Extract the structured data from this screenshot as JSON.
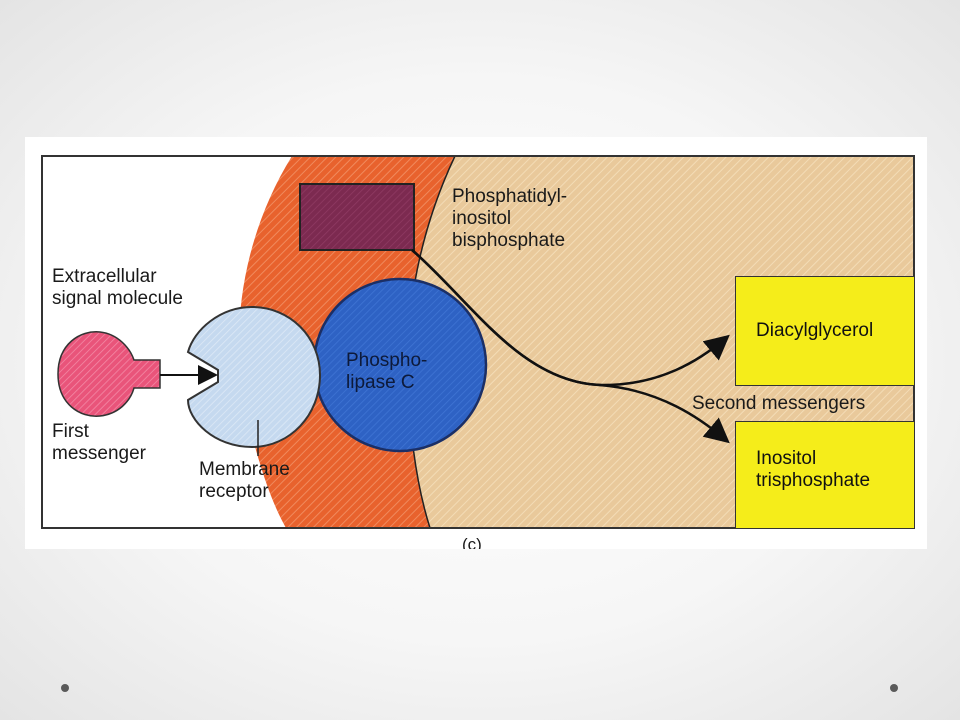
{
  "diagram": {
    "caption": "(c)",
    "labels": {
      "extracellular": [
        "Extracellular",
        "signal molecule"
      ],
      "first_messenger": [
        "First",
        "messenger"
      ],
      "membrane_receptor": [
        "Membrane",
        "receptor"
      ],
      "phospholipase": [
        "Phospho-",
        "lipase C"
      ],
      "pip2": [
        "Phosphatidyl-",
        "inositol",
        "bisphosphate"
      ],
      "diacylglycerol": "Diacylglycerol",
      "second_messengers": "Second messengers",
      "ip3": [
        "Inositol",
        "trisphosphate"
      ]
    },
    "colors": {
      "membrane": "#e8622d",
      "cytoplasm": "#e8c79a",
      "signal_molecule": "#e9547a",
      "receptor": "#c9dcf0",
      "phospholipase": "#2e62c4",
      "pip2_box": "#7c2a50",
      "messenger_box": "#f5ed1a"
    }
  },
  "slide": {
    "nav_dots": [
      "left-dot",
      "right-dot"
    ]
  }
}
